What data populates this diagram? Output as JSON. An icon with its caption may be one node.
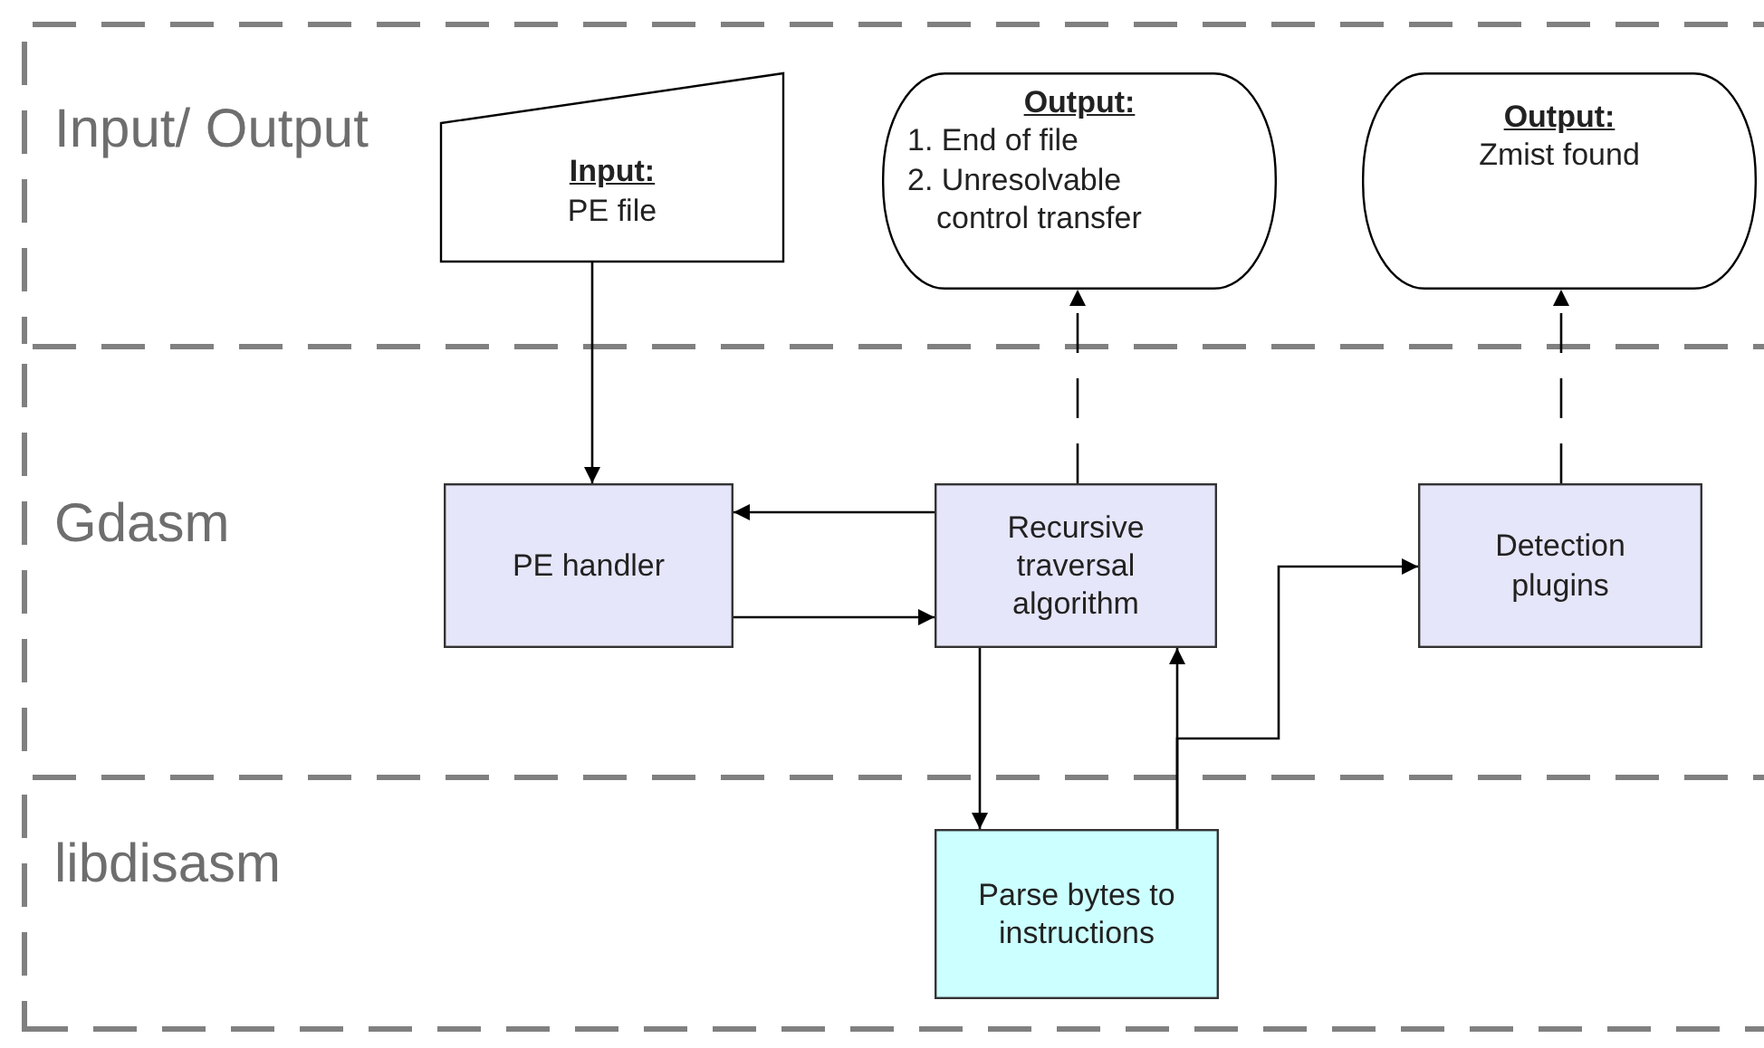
{
  "diagram": {
    "nodes": [
      {
        "text": [
          "Input/ Output"
        ]
      },
      {
        "text": [
          "Input:",
          "PE file"
        ],
        "in": 0
      },
      {
        "text": [
          "Output:",
          "1. End of file",
          "2. Unresolvable control transfer"
        ],
        "in": 0
      },
      {
        "text": [
          "Output:",
          "Zmist found"
        ],
        "in": 0
      },
      {
        "text": [
          "Gdasm"
        ]
      },
      {
        "text": [
          "PE handler"
        ],
        "in": 4
      },
      {
        "text": [
          "Recursive traversal algorithm"
        ],
        "in": 4
      },
      {
        "text": [
          "Detection plugins"
        ],
        "in": 4
      },
      {
        "text": [
          "libdisasm"
        ]
      },
      {
        "text": [
          "Parse bytes to instructions"
        ],
        "in": 8
      }
    ],
    "edges": [
      {
        "from": 1,
        "to": 5,
        "arrow": "to"
      },
      {
        "from": 6,
        "to": 5,
        "arrow": "to"
      },
      {
        "from": 5,
        "to": 6,
        "arrow": "to"
      },
      {
        "from": 6,
        "to": 2,
        "arrow": "to",
        "style": "dashed"
      },
      {
        "from": 7,
        "to": 3,
        "arrow": "to",
        "style": "dashed"
      },
      {
        "from": 6,
        "to": 9,
        "arrow": "to"
      },
      {
        "from": 9,
        "to": 6,
        "arrow": "to"
      },
      {
        "from": 9,
        "to": 7,
        "arrow": "to"
      }
    ]
  }
}
